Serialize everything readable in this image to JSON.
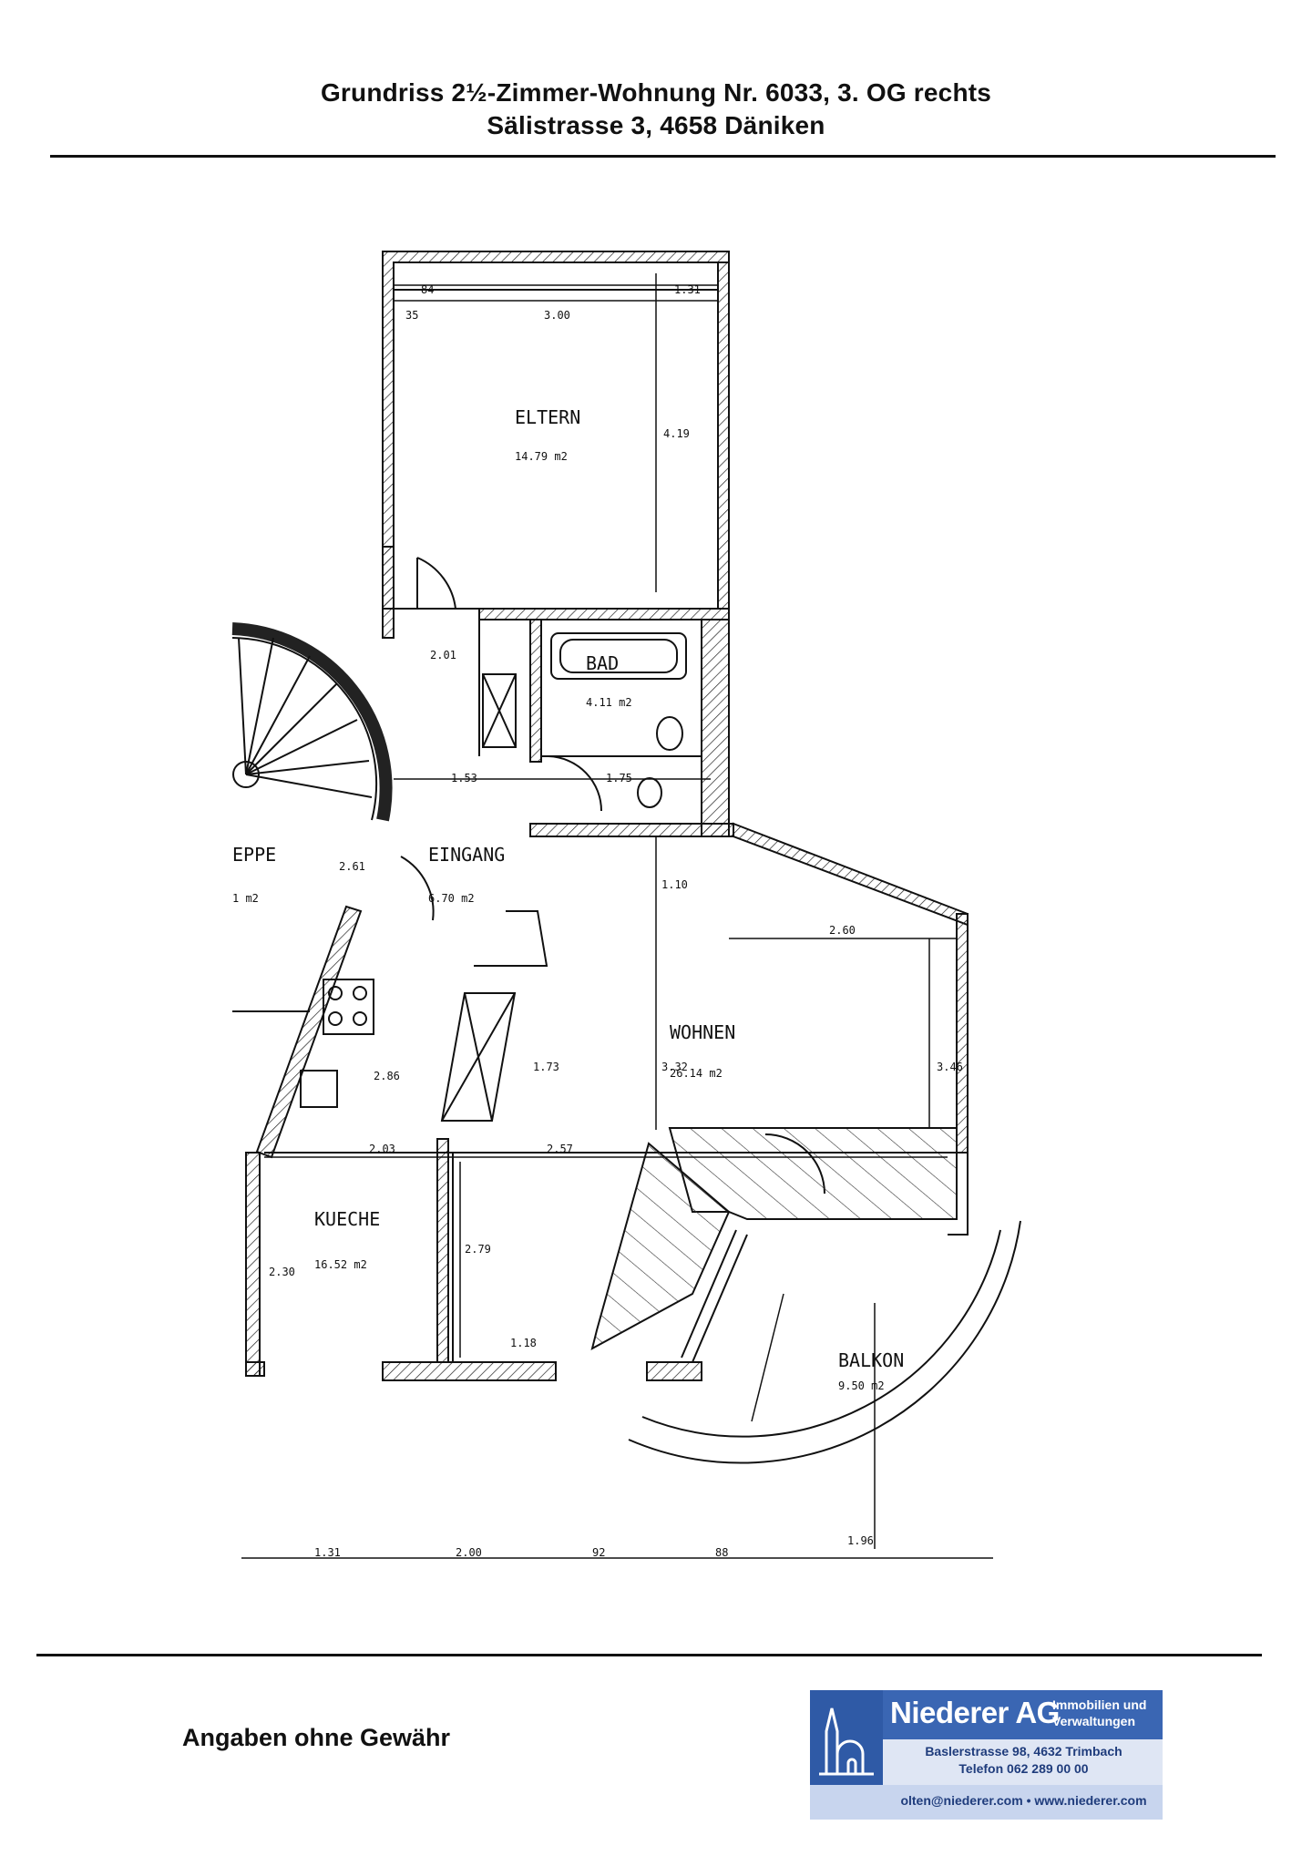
{
  "header": {
    "title_line1": "Grundriss 2½-Zimmer-Wohnung Nr. 6033, 3. OG rechts",
    "title_line2": "Sälistrasse 3, 4658 Däniken"
  },
  "plan": {
    "rooms": {
      "eltern": {
        "name": "ELTERN",
        "area": "14.79 m2"
      },
      "bad": {
        "name": "BAD",
        "area": "4.11 m2"
      },
      "eingang": {
        "name": "EINGANG",
        "area": "6.70 m2"
      },
      "treppe": {
        "name": "EPPE",
        "area": "1 m2"
      },
      "wohnen": {
        "name": "WOHNEN",
        "area": "26.14 m2"
      },
      "kueche": {
        "name": "KUECHE",
        "area": "16.52 m2"
      },
      "balkon": {
        "name": "BALKON",
        "area": "9.50 m2"
      }
    },
    "dimensions": {
      "d_84": "84",
      "d_3_00": "3.00",
      "d_1_31_top": "1.31",
      "d_35": "35",
      "d_4_19": "4.19",
      "d_2_01": "2.01",
      "d_1_53": "1.53",
      "d_1_75": "1.75",
      "d_1_10": "1.10",
      "d_2_60": "2.60",
      "d_3_32": "3.32",
      "d_3_46": "3.46",
      "d_2_03": "2.03",
      "d_2_57": "2.57",
      "d_2_79": "2.79",
      "d_1_18": "1.18",
      "d_1_96": "1.96",
      "d_1_31_bot": "1.31",
      "d_2_00": "2.00",
      "d_92": "92",
      "d_88": "88",
      "d_1_73": "1.73",
      "d_2_86": "2.86",
      "d_2_61": "2.61",
      "d_2_30": "2.30"
    }
  },
  "footer": {
    "disclaimer": "Angaben ohne Gewähr",
    "logo": {
      "company": "Niederer AG",
      "tagline_1": "Immobilien und",
      "tagline_2": "Verwaltungen",
      "address_1": "Baslerstrasse 98, 4632 Trimbach",
      "address_2": "Telefon 062 289 00 00",
      "contact": "olten@niederer.com • www.niederer.com"
    }
  },
  "colors": {
    "brand_blue": "#3a66b3",
    "brand_light": "#dfe6f4"
  }
}
